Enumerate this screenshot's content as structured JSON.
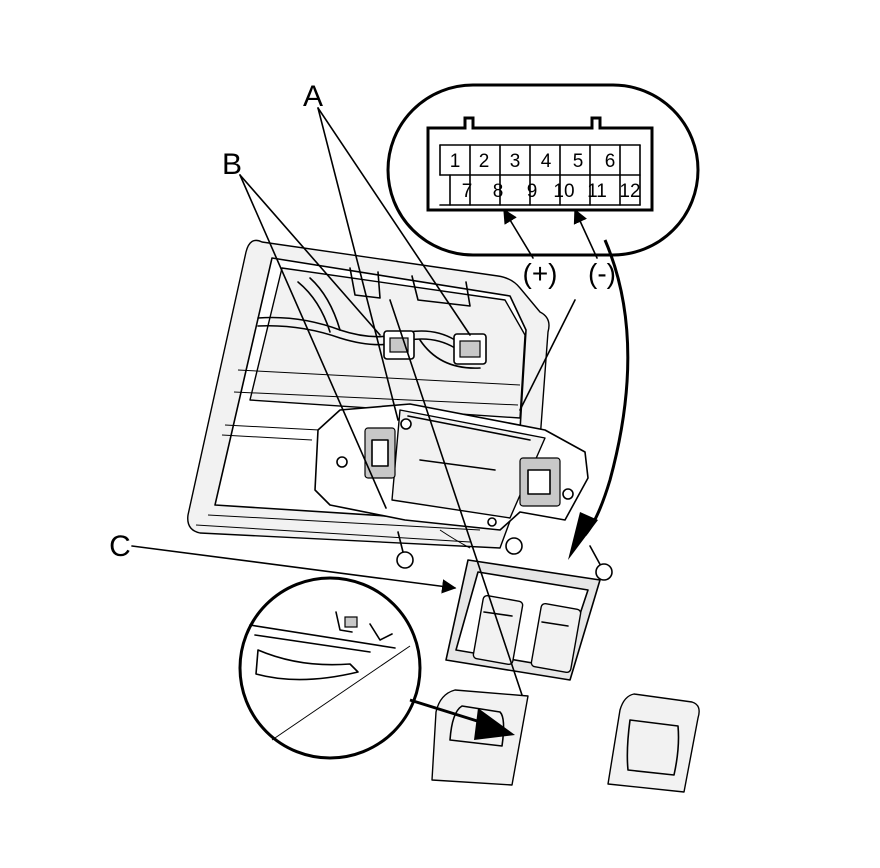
{
  "callouts": {
    "a": "A",
    "b": "B",
    "c": "C"
  },
  "connector": {
    "row1": [
      "1",
      "2",
      "3",
      "4",
      "5",
      "6"
    ],
    "row2": [
      "7",
      "8",
      "9",
      "10",
      "11",
      "12"
    ],
    "positive": "(+)",
    "negative": "(-)"
  }
}
